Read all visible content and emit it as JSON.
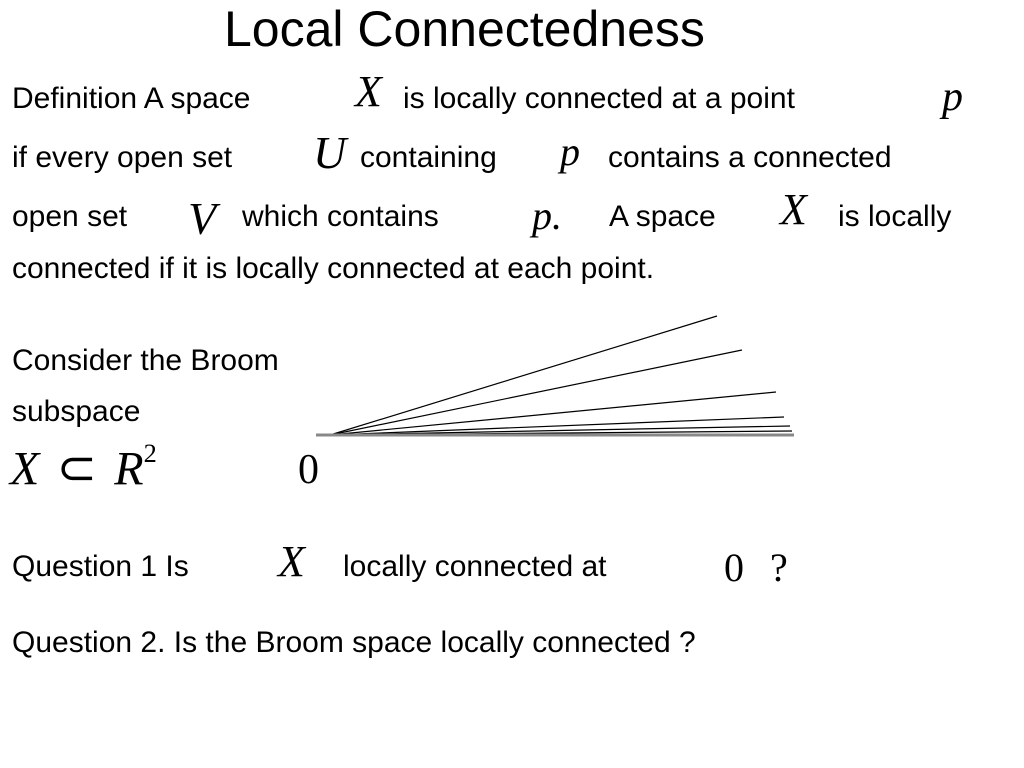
{
  "slide": {
    "title": "Local Connectedness",
    "definition": {
      "label": "Definition A space",
      "var_x": "X",
      "t_locally_connected_at": "is locally connected at a point",
      "var_p": "p",
      "t_if_every": "if every open set",
      "var_u": "U",
      "t_containing": "containing",
      "var_p2": "p",
      "t_contains_connected": "contains a connected",
      "t_open_set": "open set",
      "var_v": "V",
      "t_which_contains": "which contains",
      "var_p3": "p.",
      "t_a_space": "A space",
      "var_x2": "X",
      "t_is_locally": "is locally",
      "t_last_line": "connected if it is locally connected at each point."
    },
    "broom": {
      "t_consider": "Consider the Broom",
      "t_subspace": "subspace",
      "math_x": "X",
      "math_subset": "⊂",
      "math_r": "R",
      "math_exp": "2",
      "origin_label": "0"
    },
    "question1": {
      "label": "Question 1 Is",
      "var_x": "X",
      "t_locally_connected_at": "locally connected at",
      "point": "0",
      "qmark": "?"
    },
    "question2": {
      "text": "Question 2. Is the Broom space locally connected ?"
    }
  }
}
